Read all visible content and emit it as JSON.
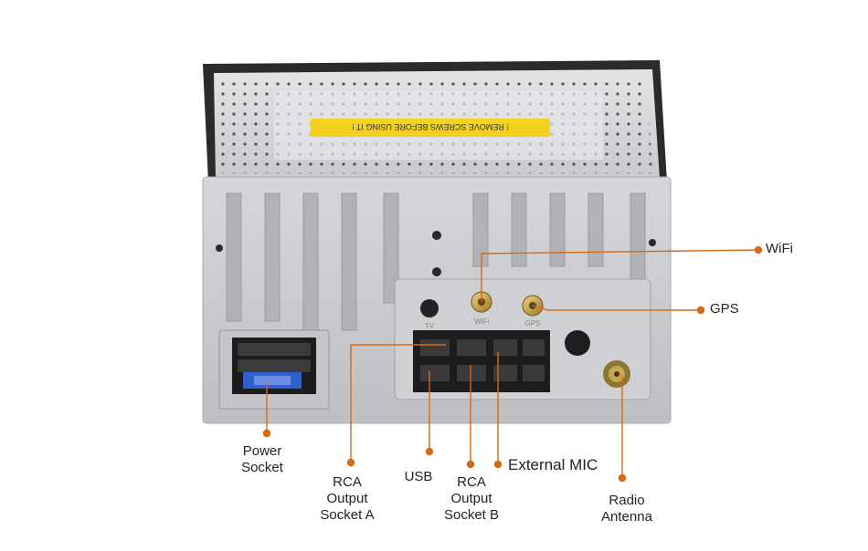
{
  "panel": {
    "warning_sticker": "! REMOVE SCREWS BEFORE USING IT !"
  },
  "callouts": {
    "wifi": "WiFi",
    "gps": "GPS",
    "power": [
      "Power",
      "Socket"
    ],
    "rca_a": [
      "RCA",
      "Output",
      "Socket A"
    ],
    "usb": "USB",
    "rca_b": [
      "RCA",
      "Output",
      "Socket B"
    ],
    "external_mic": "External MIC",
    "radio": [
      "Radio",
      "Antenna"
    ]
  },
  "port_markings": {
    "wifi": "WiFi",
    "gps": "GPS",
    "tv": "TV"
  },
  "colors": {
    "callout": "#d96a14",
    "chassis": "#c7c9cc",
    "power_connector": "#2f5fd0",
    "sticker": "#f3d21f"
  }
}
